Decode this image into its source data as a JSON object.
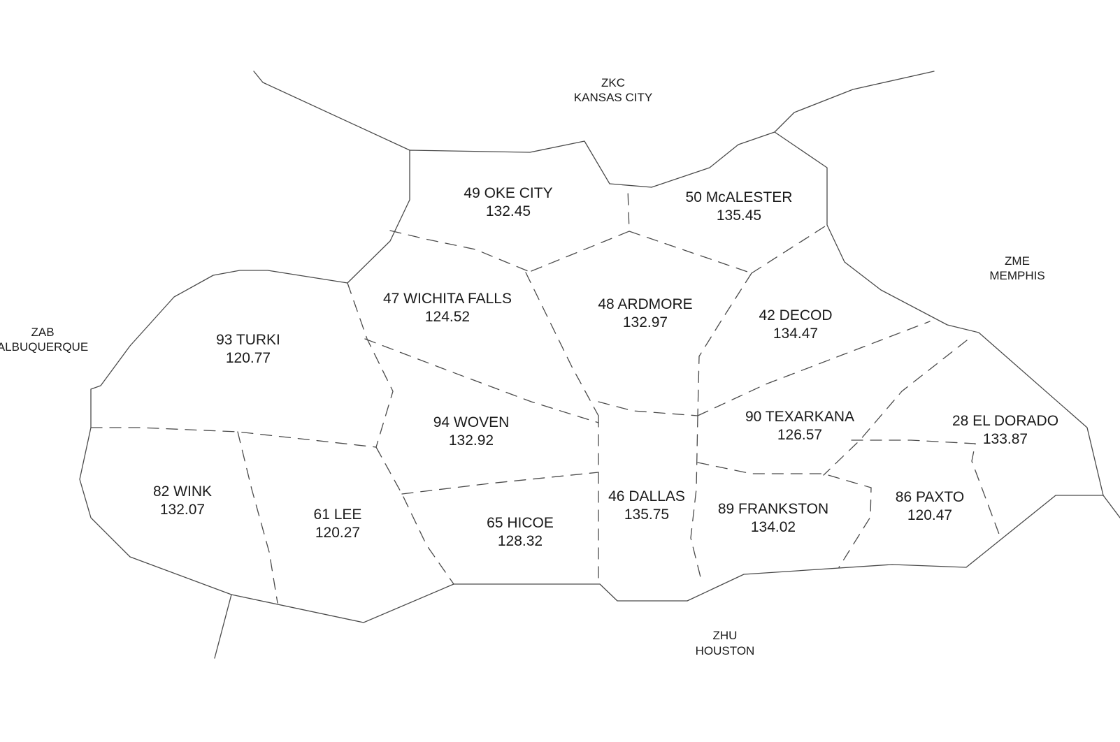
{
  "sectors": [
    {
      "id": "49",
      "name": "49 OKE CITY",
      "frequency": "132.45"
    },
    {
      "id": "50",
      "name": "50 McALESTER",
      "frequency": "135.45"
    },
    {
      "id": "47",
      "name": "47 WICHITA FALLS",
      "frequency": "124.52"
    },
    {
      "id": "48",
      "name": "48 ARDMORE",
      "frequency": "132.97"
    },
    {
      "id": "42",
      "name": "42 DECOD",
      "frequency": "134.47"
    },
    {
      "id": "93",
      "name": "93 TURKI",
      "frequency": "120.77"
    },
    {
      "id": "94",
      "name": "94 WOVEN",
      "frequency": "132.92"
    },
    {
      "id": "90",
      "name": "90 TEXARKANA",
      "frequency": "126.57"
    },
    {
      "id": "28",
      "name": "28 EL DORADO",
      "frequency": "133.87"
    },
    {
      "id": "82",
      "name": "82 WINK",
      "frequency": "132.07"
    },
    {
      "id": "61",
      "name": "61 LEE",
      "frequency": "120.27"
    },
    {
      "id": "65",
      "name": "65 HICOE",
      "frequency": "128.32"
    },
    {
      "id": "46",
      "name": "46 DALLAS",
      "frequency": "135.75"
    },
    {
      "id": "89",
      "name": "89 FRANKSTON",
      "frequency": "134.02"
    },
    {
      "id": "86",
      "name": "86 PAXTO",
      "frequency": "120.47"
    }
  ],
  "adjacent_centers": [
    {
      "code": "ZKC",
      "name": "KANSAS CITY"
    },
    {
      "code": "ZME",
      "name": "MEMPHIS"
    },
    {
      "code": "ZAB",
      "name": "ALBUQUERQUE"
    },
    {
      "code": "ZHU",
      "name": "HOUSTON"
    }
  ]
}
